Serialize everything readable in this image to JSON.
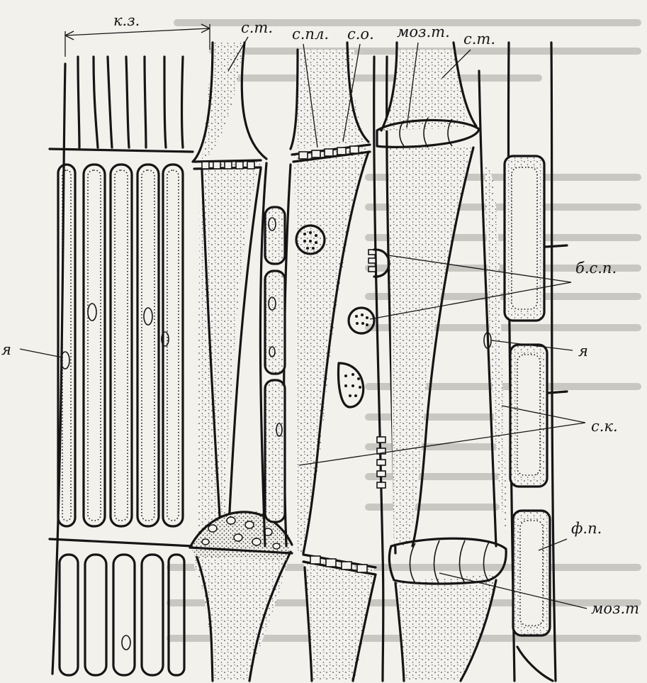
{
  "figure": {
    "labels": {
      "kz": "к.з.",
      "st_top": "с.т.",
      "spl": "с.пл.",
      "so": "с.о.",
      "mozt_top": "моз.т.",
      "st_top2": "с.т.",
      "bsp": "б.с.п.",
      "ya_left": "я",
      "ya_right": "я",
      "sk": "с.к.",
      "fp": "ф.п.",
      "mozt_bottom": "моз.т"
    }
  },
  "colors": {
    "paper": "#e9e8e3",
    "ink": "#151515",
    "stipple": "#4a4a48",
    "show_through_text": "#7c7b76"
  }
}
